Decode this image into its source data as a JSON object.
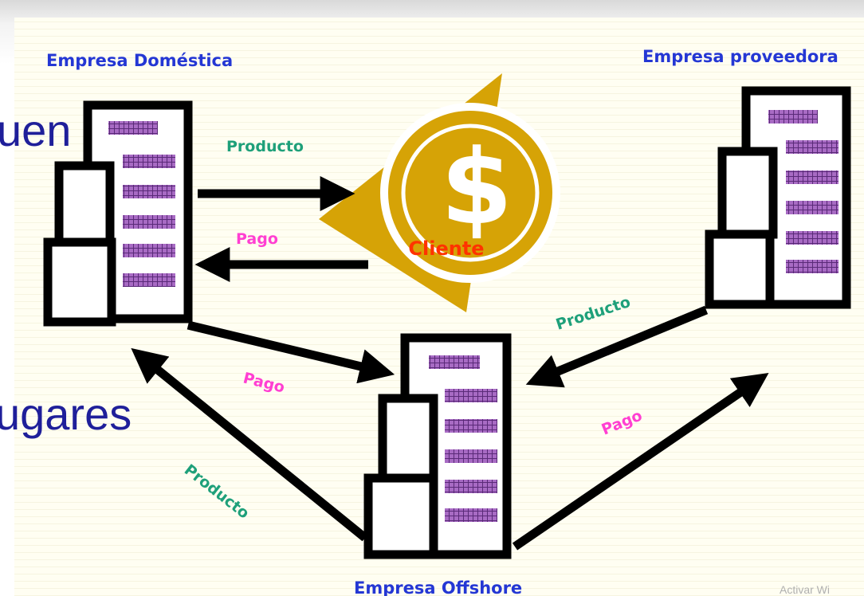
{
  "slide": {
    "fragment_top": "uen",
    "fragment_middle": "ugares",
    "watermark": "Activar Wi"
  },
  "diagram": {
    "nodes": {
      "domestica": "Empresa Doméstica",
      "proveedora": "Empresa proveedora",
      "offshore": "Empresa Offshore",
      "cliente": "Cliente"
    },
    "cliente_icon": "dollar-coin-icon",
    "edge_labels": {
      "domestica_to_cliente": "Producto",
      "cliente_to_domestica": "Pago",
      "domestica_to_offshore": "Pago",
      "offshore_to_domestica": "Producto",
      "proveedora_to_offshore": "Producto",
      "offshore_to_proveedora": "Pago"
    },
    "colors": {
      "title": "#2437d4",
      "producto": "#1ea07a",
      "pago": "#ff3fd2",
      "cliente": "#ff3300",
      "coin": "#d6a306",
      "window": "#a86bc4"
    }
  }
}
